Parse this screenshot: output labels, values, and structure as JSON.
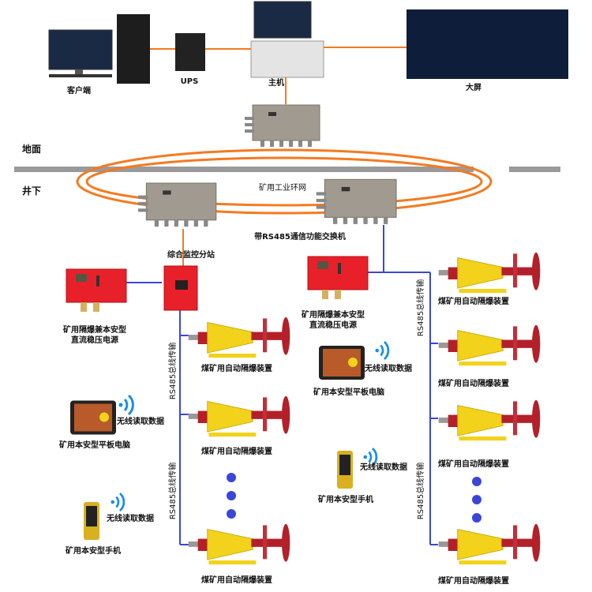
{
  "top": {
    "client_label": "客户端",
    "ups_label": "UPS",
    "host_label": "主机",
    "screen_label": "大屏"
  },
  "zones": {
    "ground": "地面",
    "underground": "井下"
  },
  "network": {
    "ring_label": "矿用工业环网",
    "switch_label": "带RS485通信功能交换机",
    "station_label": "综合监控分站"
  },
  "power": {
    "line1": "矿用隔爆兼本安型",
    "line2": "直流稳压电源"
  },
  "bus_label": "RS485总线传输",
  "device_label": "煤矿用自动隔爆装置",
  "wireless_label": "无线读取数据",
  "tablet_label": "矿用本安型平板电脑",
  "phone_label": "矿用本安型手机",
  "colors": {
    "fiber": "#f47a20",
    "bus": "#3b46d8",
    "device": "#f2d21a",
    "enclosure": "#e8202a",
    "ground": "#9a9a9a"
  }
}
